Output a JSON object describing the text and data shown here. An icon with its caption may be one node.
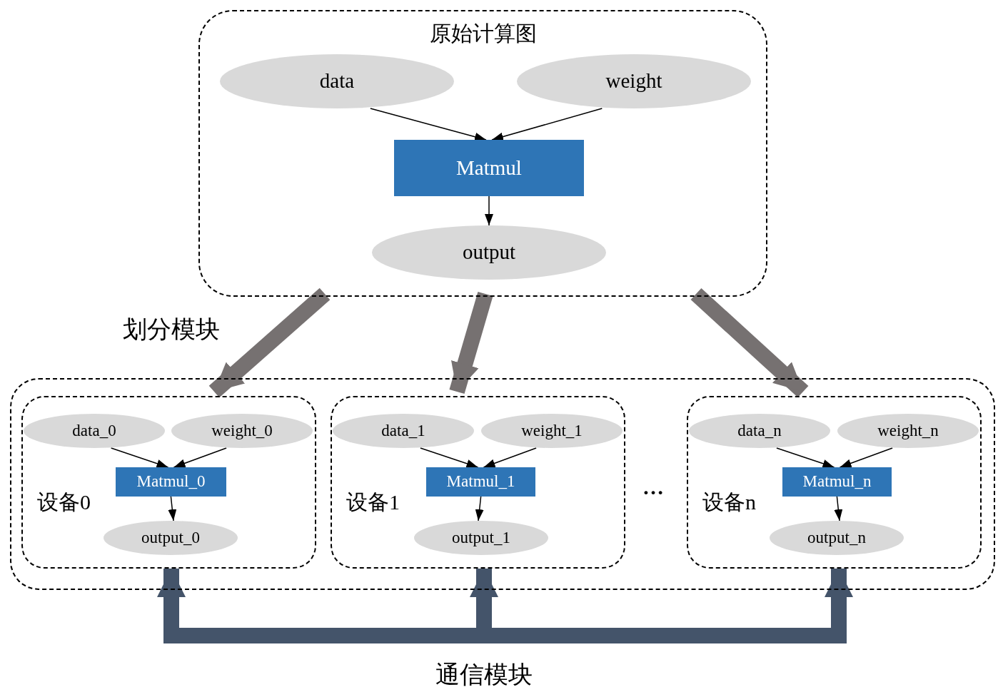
{
  "diagram": {
    "nodes": [
      {
        "text": [
          "原始计算图"
        ]
      },
      {
        "text": [
          "data"
        ],
        "in": 0
      },
      {
        "text": [
          "weight"
        ],
        "in": 0
      },
      {
        "text": [
          "Matmul"
        ],
        "in": 0
      },
      {
        "text": [
          "output"
        ],
        "in": 0
      },
      {
        "text": [],
        "shape": "box"
      },
      {
        "text": [
          "设备0"
        ],
        "in": 5
      },
      {
        "text": [
          "data_0"
        ],
        "in": 6
      },
      {
        "text": [
          "weight_0"
        ],
        "in": 6
      },
      {
        "text": [
          "Matmul_0"
        ],
        "in": 6
      },
      {
        "text": [
          "output_0"
        ],
        "in": 6
      },
      {
        "text": [
          "设备1"
        ],
        "in": 5
      },
      {
        "text": [
          "data_1"
        ],
        "in": 11
      },
      {
        "text": [
          "weight_1"
        ],
        "in": 11
      },
      {
        "text": [
          "Matmul_1"
        ],
        "in": 11
      },
      {
        "text": [
          "output_1"
        ],
        "in": 11
      },
      {
        "text": [
          "设备n"
        ],
        "in": 5
      },
      {
        "text": [
          "data_n"
        ],
        "in": 16
      },
      {
        "text": [
          "weight_n"
        ],
        "in": 16
      },
      {
        "text": [
          "Matmul_n"
        ],
        "in": 16
      },
      {
        "text": [
          "output_n"
        ],
        "in": 16
      },
      {
        "text": [],
        "shape": "bar"
      }
    ],
    "edges": [
      {
        "from": 1,
        "to": 3,
        "arrow": "to"
      },
      {
        "from": 2,
        "to": 3,
        "arrow": "to"
      },
      {
        "from": 3,
        "to": 4,
        "arrow": "to"
      },
      {
        "from": 7,
        "to": 9,
        "arrow": "to"
      },
      {
        "from": 8,
        "to": 9,
        "arrow": "to"
      },
      {
        "from": 9,
        "to": 10,
        "arrow": "to"
      },
      {
        "from": 12,
        "to": 14,
        "arrow": "to"
      },
      {
        "from": 13,
        "to": 14,
        "arrow": "to"
      },
      {
        "from": 14,
        "to": 15,
        "arrow": "to"
      },
      {
        "from": 17,
        "to": 19,
        "arrow": "to"
      },
      {
        "from": 18,
        "to": 19,
        "arrow": "to"
      },
      {
        "from": 19,
        "to": 20,
        "arrow": "to"
      },
      {
        "from": 0,
        "to": 6,
        "arrow": "to",
        "style": "thick",
        "color": "#767171"
      },
      {
        "from": 0,
        "to": 11,
        "arrow": "to",
        "style": "thick",
        "color": "#767171"
      },
      {
        "from": 0,
        "to": 16,
        "arrow": "to",
        "style": "thick",
        "color": "#767171"
      },
      {
        "from": 21,
        "to": 6,
        "arrow": "to",
        "style": "thick",
        "color": "#44546a"
      },
      {
        "from": 21,
        "to": 11,
        "arrow": "to",
        "style": "thick",
        "color": "#44546a"
      },
      {
        "from": 21,
        "to": 16,
        "arrow": "to",
        "style": "thick",
        "color": "#44546a"
      }
    ],
    "labels": [
      "划分模块",
      "…",
      "通信模块"
    ]
  }
}
